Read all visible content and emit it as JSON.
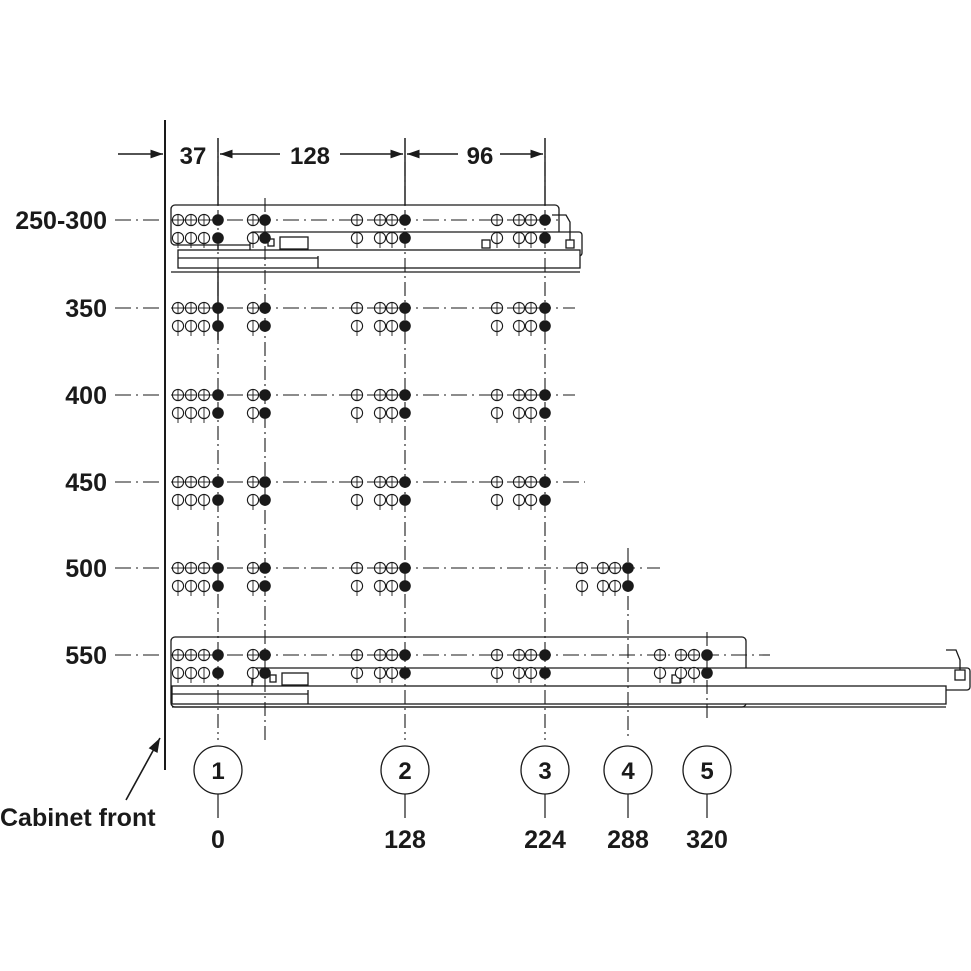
{
  "dimensions": {
    "top": [
      "37",
      "128",
      "96"
    ]
  },
  "rows": [
    {
      "label": "250-300",
      "holes": "group-a"
    },
    {
      "label": "350",
      "holes": "group-a"
    },
    {
      "label": "400",
      "holes": "group-a"
    },
    {
      "label": "450",
      "holes": "group-a"
    },
    {
      "label": "500",
      "holes": "group-b"
    },
    {
      "label": "550",
      "holes": "group-c"
    }
  ],
  "positions": [
    {
      "number": "1",
      "value": "0"
    },
    {
      "number": "2",
      "value": "128"
    },
    {
      "number": "3",
      "value": "224"
    },
    {
      "number": "4",
      "value": "288"
    },
    {
      "number": "5",
      "value": "320"
    }
  ],
  "cabinet_front_label": "Cabinet front",
  "colors": {
    "line": "#1a1a1a",
    "fill": "#1a1a1a",
    "background": "#ffffff"
  }
}
